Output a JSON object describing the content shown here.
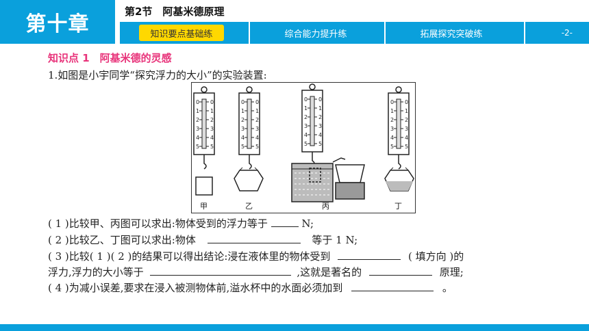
{
  "header": {
    "chapter": "第十章",
    "section": "第2节　阿基米德原理",
    "tabs": [
      {
        "label": "知识要点基础练",
        "active": true
      },
      {
        "label": "综合能力提升练",
        "active": false
      },
      {
        "label": "拓展探究突破练",
        "active": false
      }
    ],
    "page": "-2-"
  },
  "colors": {
    "accent": "#0aa0dc",
    "active_tab": "#ffd800",
    "knowledge_point": "#e8337a"
  },
  "content": {
    "knowledge_point": "知识点 1　阿基米德的灵感",
    "question": "1.如图是小宇同学“探究浮力的大小”的实验装置:",
    "figure_labels": [
      "甲",
      "乙",
      "丙",
      "丁"
    ],
    "scale_ticks": [
      "0",
      "1",
      "2",
      "3",
      "4",
      "5"
    ],
    "lines": {
      "l1a": "( 1 )比较甲、丙图可以求出:物体受到的浮力等于",
      "l1b": "N;",
      "l2a": "( 2 )比较乙、丁图可以求出:物体",
      "l2b": "等于 1 N;",
      "l3a": "( 3 )比较( 1 )( 2 )的结果可以得出结论:浸在液体里的物体受到",
      "l3b": "( 填方向 )的",
      "l4a": "浮力,浮力的大小等于",
      "l4b": ",这就是著名的",
      "l4c": "原理;",
      "l5a": "( 4 )为减小误差,要求在浸入被测物体前,溢水杯中的水面必须加到",
      "l5b": "。"
    }
  }
}
